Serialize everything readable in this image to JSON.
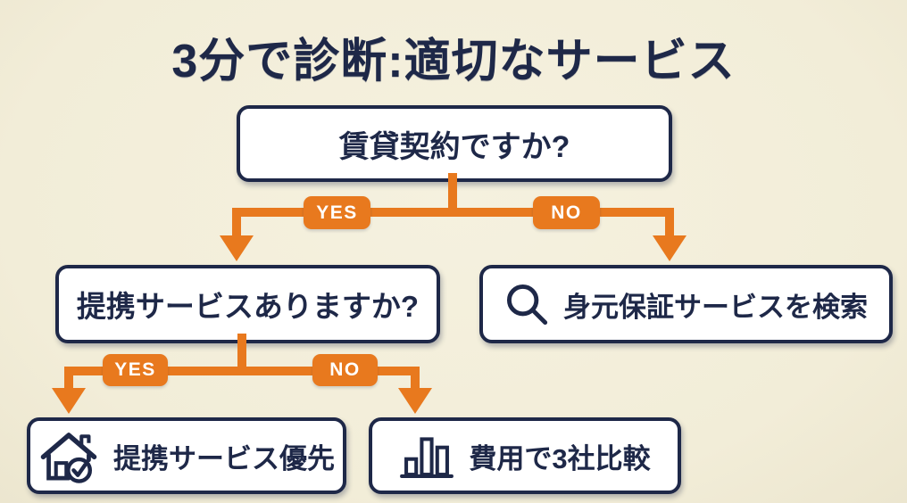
{
  "page": {
    "title": "3分で診断:適切なサービス"
  },
  "flow": {
    "q1": "賃貸契約ですか?",
    "branch1": {
      "yes": "YES",
      "no": "NO"
    },
    "q2": "提携サービスありますか?",
    "no_result": "身元保証サービスを検索",
    "branch2": {
      "yes": "YES",
      "no": "NO"
    },
    "yes_result": "提携サービス優先",
    "compare_result": "費用で3社比較"
  },
  "icons": {
    "search": "search-icon",
    "house_check": "house-check-icon",
    "bar_chart": "bar-chart-icon"
  },
  "colors": {
    "background": "#f2edd8",
    "navy": "#1e2848",
    "orange": "#e8791e",
    "node_background": "#ffffff",
    "badge_text": "#ffffff"
  }
}
